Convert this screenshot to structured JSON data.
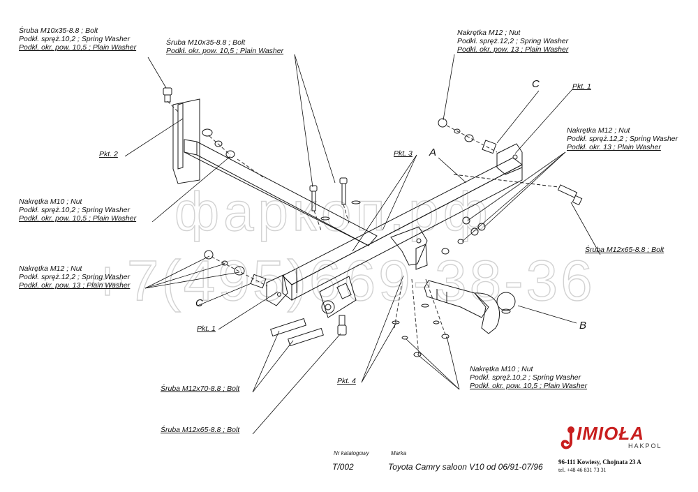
{
  "labels": {
    "bolt_m10_left": [
      "Śruba M10x35-8.8 ;  Bolt",
      "Podkł. spręż.10,2 ; Spring Washer",
      "Podkł. okr. pow. 10,5 ; Plain Washer"
    ],
    "bolt_m10_center": [
      "Śruba M10x35-8.8 ;  Bolt",
      "Podkł. okr. pow. 10,5 ; Plain Washer"
    ],
    "nut_m12_top": [
      "Nakrętka  M12 ; Nut",
      "Podkł. spręż.12,2 ; Spring Washer",
      "Podkł. okr. pow. 13 ; Plain Washer"
    ],
    "nut_m12_right": [
      "Nakrętka  M12 ; Nut",
      "Podkł. spręż.12,2 ; Spring Washer",
      "Podkł. okr. 13 ; Plain Washer"
    ],
    "nut_m10_left": [
      "Nakrętka  M10 ; Nut",
      "Podkł. spręż.10,2 ; Spring Washer",
      "Podkł. okr. pow. 10,5 ; Plain Washer"
    ],
    "nut_m12_left": [
      "Nakrętka  M12 ; Nut",
      "Podkł. spręż.12,2 ; Spring Washer",
      "Podkł. okr. pow. 13 ; Plain Washer"
    ],
    "nut_m10_bottom": [
      "Nakrętka  M10 ; Nut",
      "Podkł. spręż.10,2 ; Spring Washer",
      "Podkł. okr. pow. 10,5 ; Plain Washer"
    ],
    "bolt_m12x65_right": "Śruba M12x65-8.8 ;  Bolt",
    "bolt_m12x70": "Śruba M12x70-8.8 ;  Bolt",
    "bolt_m12x65_bottom": "Śruba M12x65-8.8 ;  Bolt",
    "pkt1_top": "Pkt. 1",
    "pkt1_left": "Pkt. 1",
    "pkt2": "Pkt. 2",
    "pkt3": "Pkt. 3",
    "pkt4": "Pkt. 4",
    "letter_a": "A",
    "letter_b": "B",
    "letter_c_top": "C",
    "letter_c_left": "C"
  },
  "footer": {
    "catalog_label": "Nr katalogowy",
    "catalog_number": "T/002",
    "make_label": "Marka",
    "vehicle": "Toyota Camry saloon V10    od  06/91-07/96",
    "brand": "IMIOŁA",
    "brand_sub": "HAKPOL",
    "address": "96-111 Kowiesy, Chojnata 23 A",
    "phone": "tel. +48 46 831 73 31"
  },
  "watermark": {
    "text": "фаркоп.рф",
    "phone": "+7(495)669-38-36"
  },
  "colors": {
    "line": "#1a1a1a",
    "brand_red": "#c81e1e",
    "watermark": "#c8c8c8"
  }
}
